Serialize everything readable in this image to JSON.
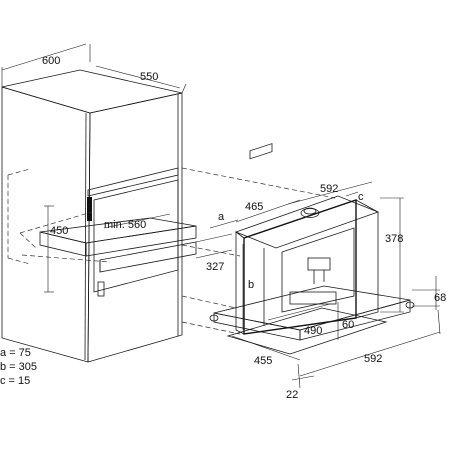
{
  "dimensions": {
    "cabinet_width": "600",
    "cabinet_depth": "550",
    "niche_height": "450",
    "min_depth": "min. 560",
    "a_label": "a",
    "opening_height": "327",
    "machine_width_top": "592",
    "c_label": "c",
    "machine_depth": "465",
    "machine_height": "378",
    "b_label": "b",
    "drawer_height": "68",
    "inner_depth": "490",
    "inner_gap": "60",
    "drawer_depth": "455",
    "machine_width_bottom": "592",
    "front_thickness": "22"
  },
  "legend": [
    "a = 75",
    "b = 305",
    "c = 15"
  ]
}
